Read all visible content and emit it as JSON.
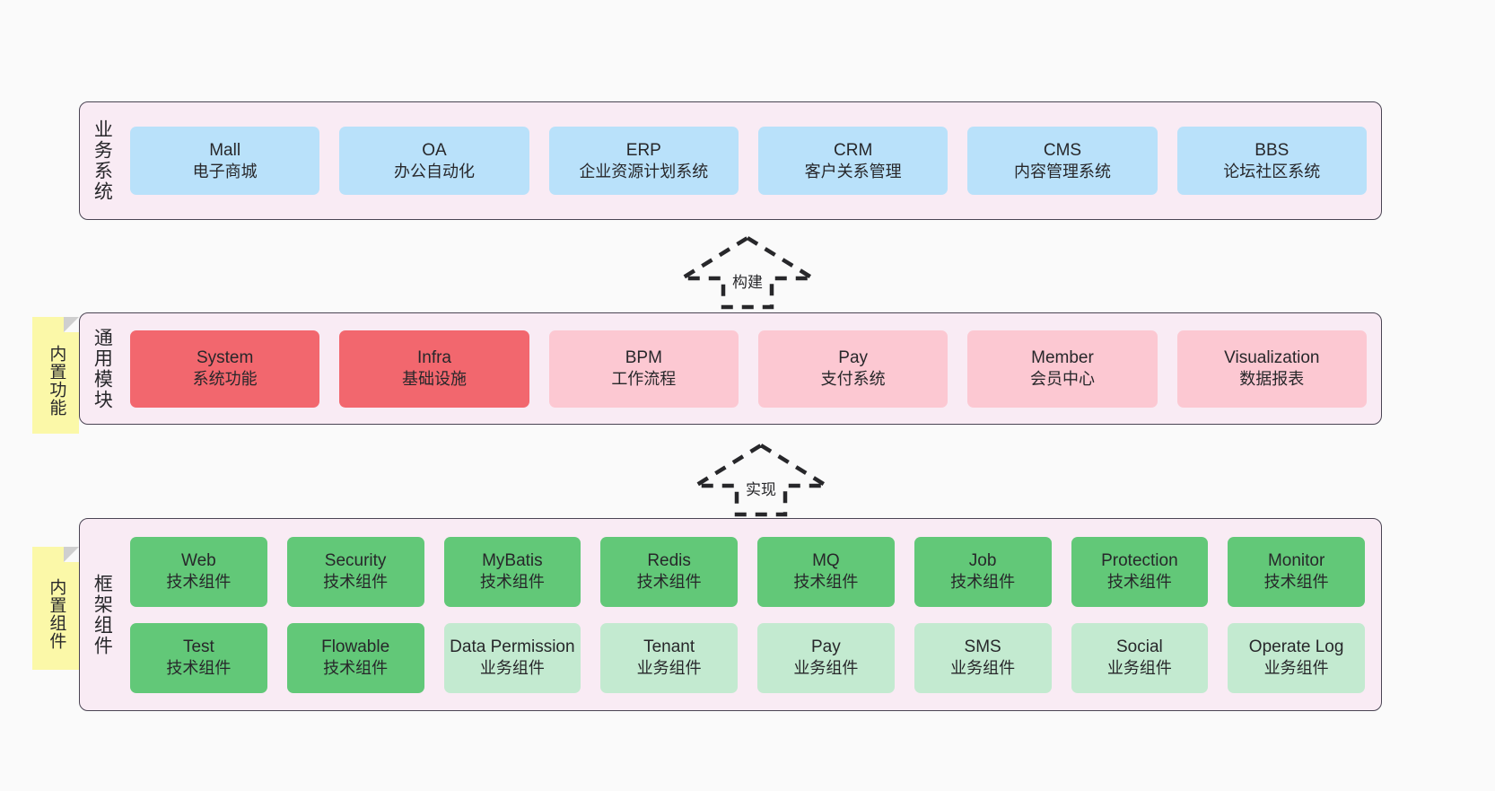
{
  "diagram": {
    "title": "Layered architecture diagram",
    "background": "#fafafa",
    "panel_fill": "#f9ebf4",
    "panel_stroke": "#4a4453",
    "note_fill": "#fbf8a8"
  },
  "layers": [
    {
      "id": "business",
      "label": "业务系统",
      "rows": [
        {
          "nodes": [
            {
              "name": "Mall",
              "desc": "电子商城",
              "color": "#b9e1fa",
              "style": "blue"
            },
            {
              "name": "OA",
              "desc": "办公自动化",
              "color": "#b9e1fa",
              "style": "blue"
            },
            {
              "name": "ERP",
              "desc": "企业资源计划系统",
              "color": "#b9e1fa",
              "style": "blue"
            },
            {
              "name": "CRM",
              "desc": "客户关系管理",
              "color": "#b9e1fa",
              "style": "blue"
            },
            {
              "name": "CMS",
              "desc": "内容管理系统",
              "color": "#b9e1fa",
              "style": "blue"
            },
            {
              "name": "BBS",
              "desc": "论坛社区系统",
              "color": "#b9e1fa",
              "style": "blue"
            }
          ]
        }
      ]
    },
    {
      "id": "common",
      "label": "通用模块",
      "note": "内置功能",
      "rows": [
        {
          "nodes": [
            {
              "name": "System",
              "desc": "系统功能",
              "color": "#f2676e",
              "style": "red"
            },
            {
              "name": "Infra",
              "desc": "基础设施",
              "color": "#f2676e",
              "style": "red"
            },
            {
              "name": "BPM",
              "desc": "工作流程",
              "color": "#fcc8d2",
              "style": "pink"
            },
            {
              "name": "Pay",
              "desc": "支付系统",
              "color": "#fcc8d2",
              "style": "pink"
            },
            {
              "name": "Member",
              "desc": "会员中心",
              "color": "#fcc8d2",
              "style": "pink"
            },
            {
              "name": "Visualization",
              "desc": "数据报表",
              "color": "#fcc8d2",
              "style": "pink"
            }
          ]
        }
      ]
    },
    {
      "id": "frame",
      "label": "框架组件",
      "note": "内置组件",
      "rows": [
        {
          "nodes": [
            {
              "name": "Web",
              "desc": "技术组件",
              "color": "#62c878",
              "style": "green"
            },
            {
              "name": "Security",
              "desc": "技术组件",
              "color": "#62c878",
              "style": "green"
            },
            {
              "name": "MyBatis",
              "desc": "技术组件",
              "color": "#62c878",
              "style": "green"
            },
            {
              "name": "Redis",
              "desc": "技术组件",
              "color": "#62c878",
              "style": "green"
            },
            {
              "name": "MQ",
              "desc": "技术组件",
              "color": "#62c878",
              "style": "green"
            },
            {
              "name": "Job",
              "desc": "技术组件",
              "color": "#62c878",
              "style": "green"
            },
            {
              "name": "Protection",
              "desc": "技术组件",
              "color": "#62c878",
              "style": "green"
            },
            {
              "name": "Monitor",
              "desc": "技术组件",
              "color": "#62c878",
              "style": "green"
            }
          ]
        },
        {
          "nodes": [
            {
              "name": "Test",
              "desc": "技术组件",
              "color": "#62c878",
              "style": "green"
            },
            {
              "name": "Flowable",
              "desc": "技术组件",
              "color": "#62c878",
              "style": "green"
            },
            {
              "name": "Data Permission",
              "desc": "业务组件",
              "color": "#c3ead0",
              "style": "lightgreen"
            },
            {
              "name": "Tenant",
              "desc": "业务组件",
              "color": "#c3ead0",
              "style": "lightgreen"
            },
            {
              "name": "Pay",
              "desc": "业务组件",
              "color": "#c3ead0",
              "style": "lightgreen"
            },
            {
              "name": "SMS",
              "desc": "业务组件",
              "color": "#c3ead0",
              "style": "lightgreen"
            },
            {
              "name": "Social",
              "desc": "业务组件",
              "color": "#c3ead0",
              "style": "lightgreen"
            },
            {
              "name": "Operate Log",
              "desc": "业务组件",
              "color": "#c3ead0",
              "style": "lightgreen"
            }
          ]
        }
      ]
    }
  ],
  "arrows": [
    {
      "id": "build",
      "label": "构建",
      "direction": "up",
      "style": "dashed"
    },
    {
      "id": "impl",
      "label": "实现",
      "direction": "up",
      "style": "dashed"
    }
  ]
}
